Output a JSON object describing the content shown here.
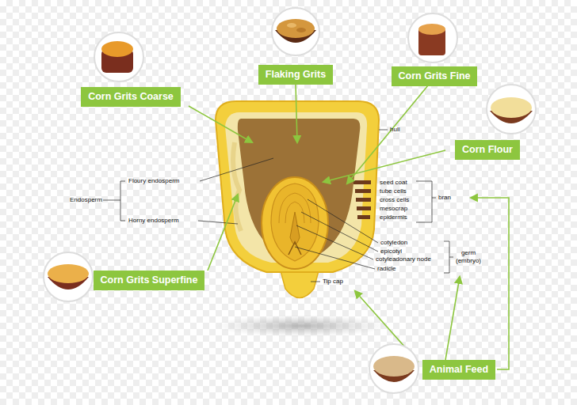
{
  "diagram": {
    "nodes": [
      {
        "text": [
          "Corn Grits Coarse"
        ]
      },
      {
        "text": [
          "Flaking Grits"
        ]
      },
      {
        "text": [
          "Corn Grits Fine"
        ]
      },
      {
        "text": [
          "Corn Flour"
        ]
      },
      {
        "text": [
          "Corn Grits Superfine"
        ]
      },
      {
        "text": [
          "Animal Feed"
        ]
      }
    ],
    "labels": [
      "hull",
      "Endosperm",
      "Floury endosperm",
      "Horny endosperm",
      "seed coat",
      "tube cells",
      "cross cells",
      "mesocrap",
      "epidermis",
      "bran",
      "cotyledon",
      "epicotyl",
      "cotyleadonary node",
      "radicle",
      "germ (embryo)",
      "Tip cap"
    ]
  }
}
